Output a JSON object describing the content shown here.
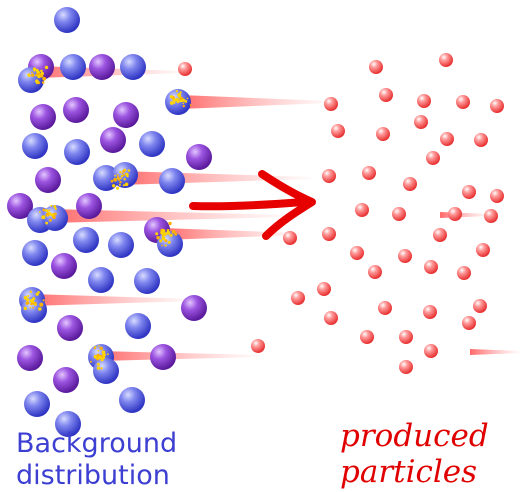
{
  "labels": {
    "background_line1": "Background",
    "background_line2": "distribution",
    "produced_line1": "produced",
    "produced_line2": "particles"
  },
  "colors": {
    "background_blue": "#3c3fd1",
    "produced_red": "#e00000",
    "arrow_red": "#e60000",
    "trail_red": "#ff6a6a",
    "spark_yellow": "#ffd400"
  },
  "icons": {
    "arrow": "right-arrow-icon"
  }
}
